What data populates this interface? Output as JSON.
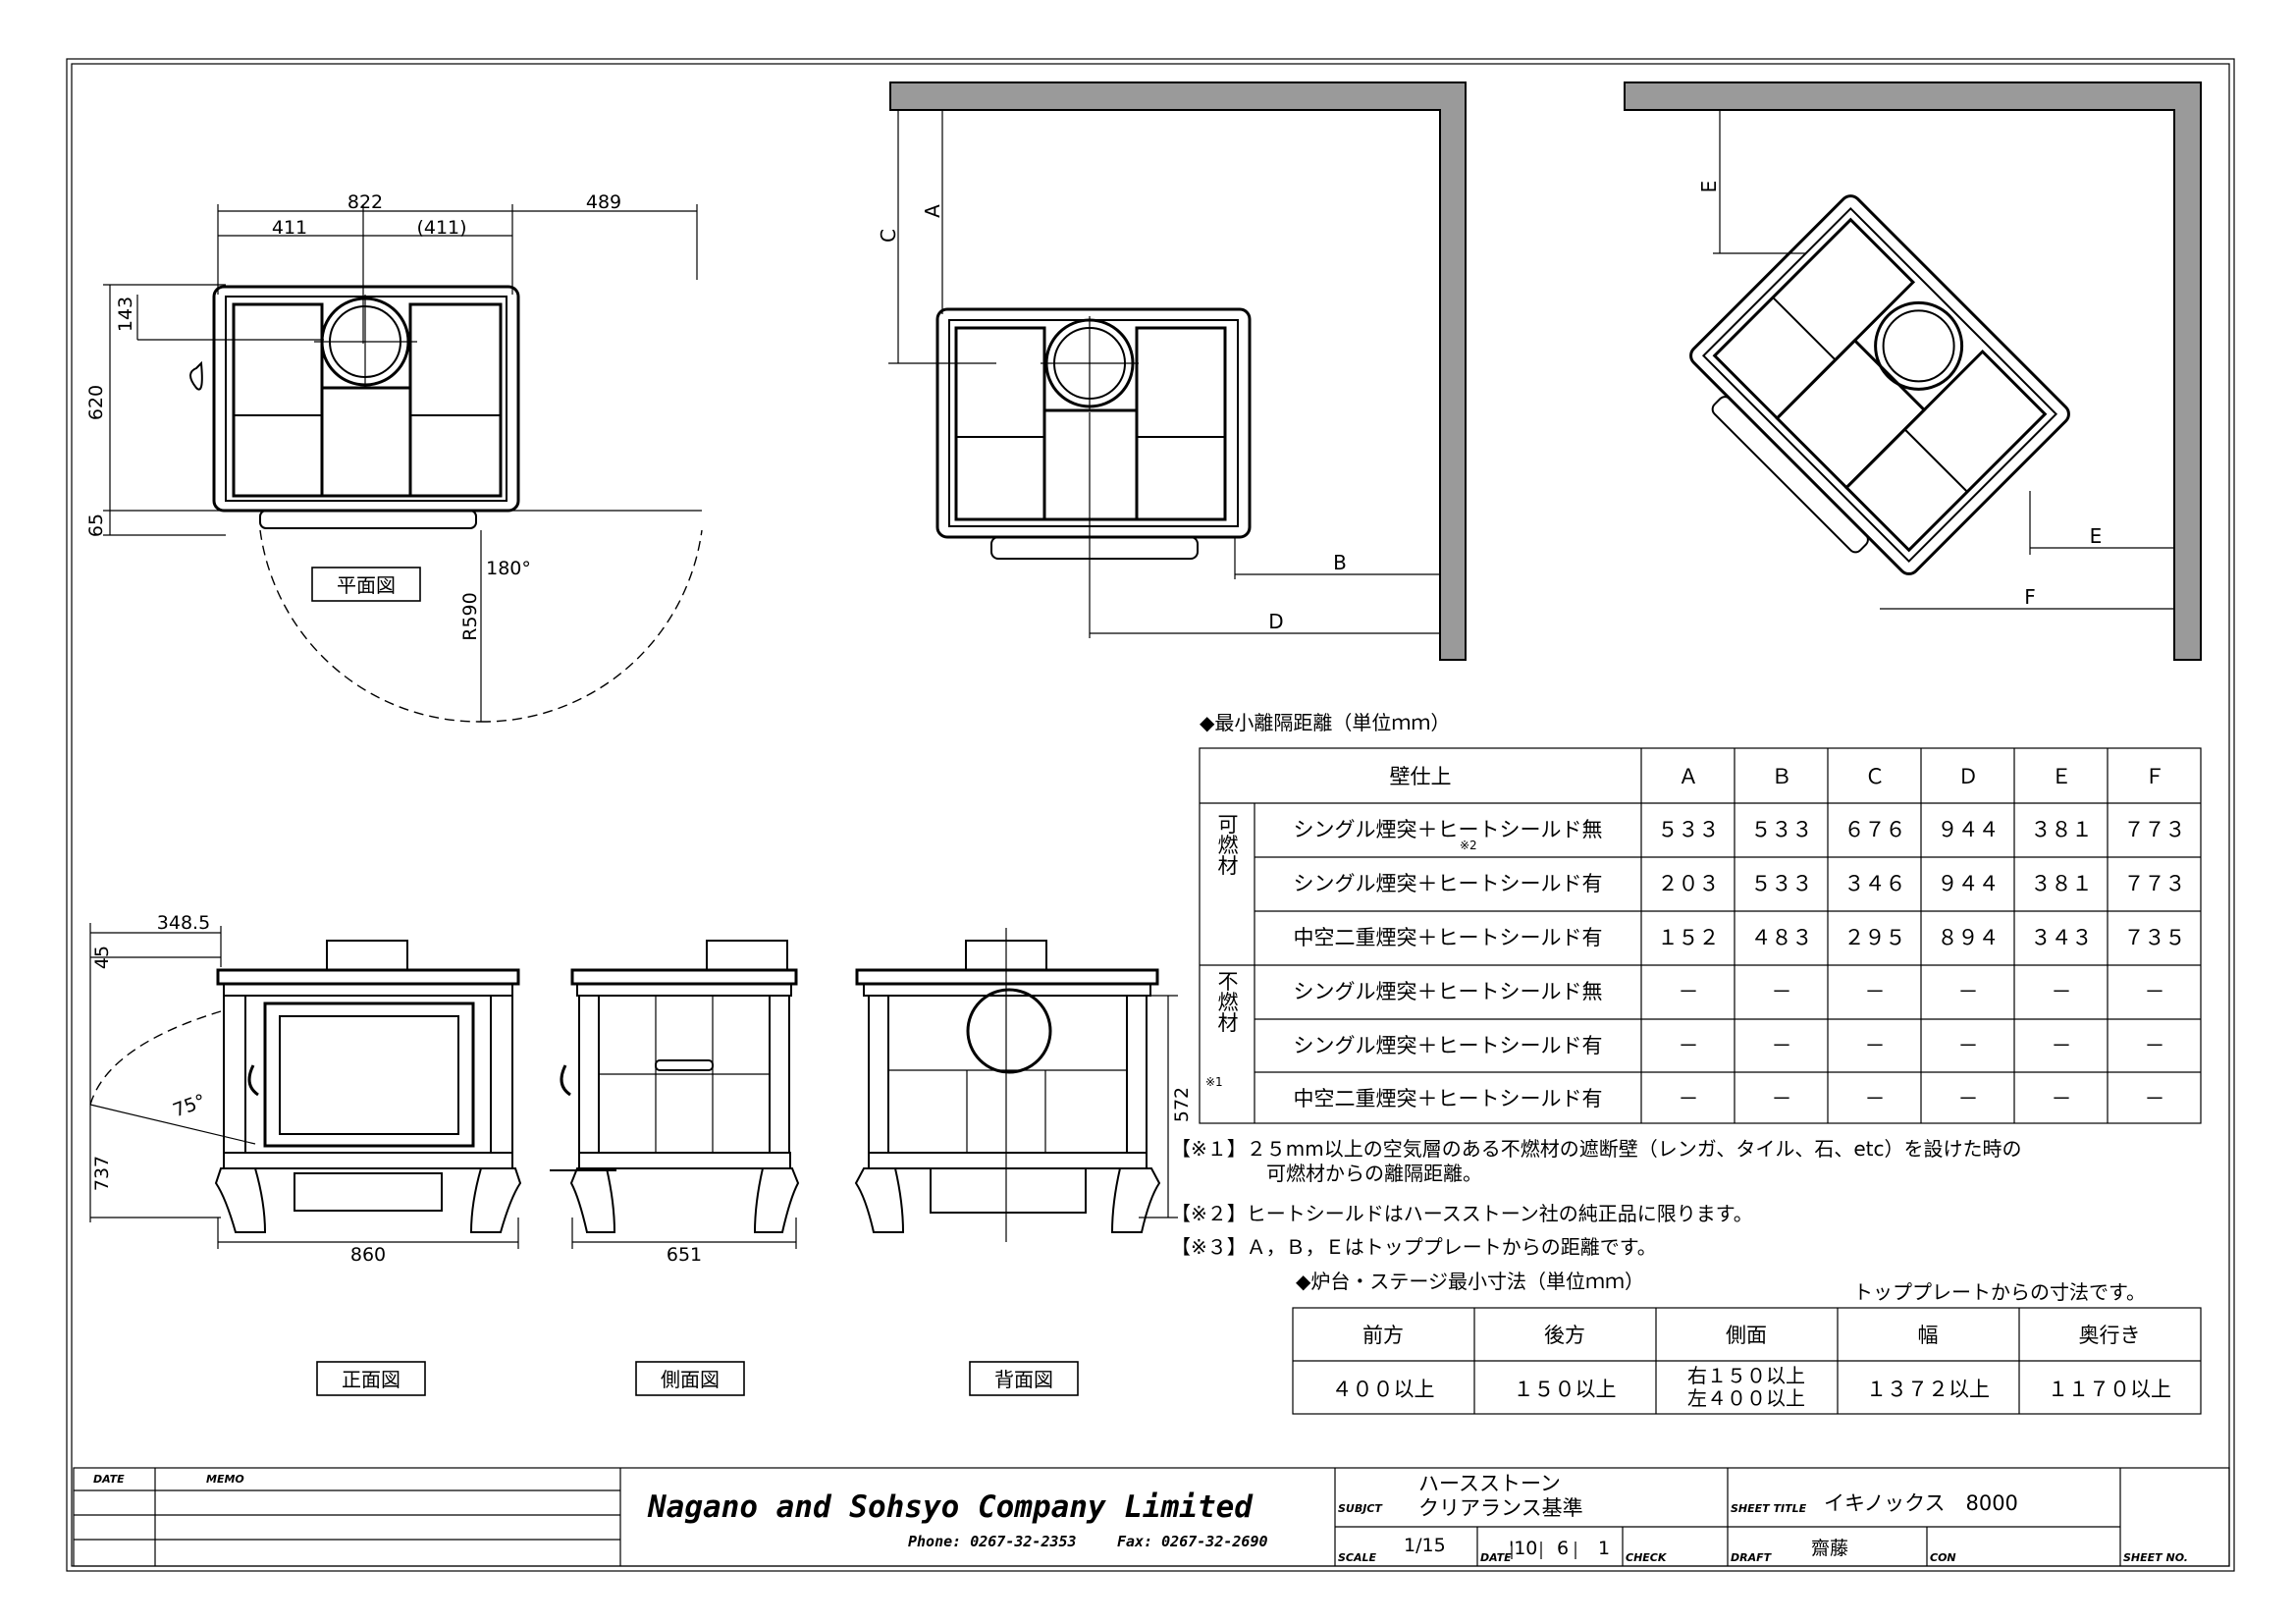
{
  "views": {
    "plan": "平面図",
    "front": "正面図",
    "side": "側面図",
    "back": "背面図"
  },
  "dims": {
    "total_width": "822",
    "left_half": "411",
    "right_half": "(411)",
    "side_offset": "489",
    "flue_depth": "143",
    "depth": "620",
    "front_lip": "65",
    "door_radius": "R590",
    "door_angle_plan": "180°",
    "front_flue_offset": "348.5",
    "front_top": "45",
    "front_height": "737",
    "door_angle_front": "75°",
    "front_width": "860",
    "side_width": "651",
    "back_height": "572"
  },
  "clearance_labels": [
    "A",
    "B",
    "C",
    "D",
    "E",
    "F"
  ],
  "table1": {
    "title": "◆最小離隔距離（単位ｍｍ）",
    "header_label": "壁仕上",
    "columns": [
      "Ａ",
      "Ｂ",
      "Ｃ",
      "Ｄ",
      "Ｅ",
      "Ｆ"
    ],
    "group1": "可燃材",
    "group2": "不燃材",
    "note_mark1": "※2",
    "note_mark2": "※1",
    "rows": [
      {
        "label": "シングル煙突＋ヒートシールド無",
        "values": [
          "５３３",
          "５３３",
          "６７６",
          "９４４",
          "３８１",
          "７７３"
        ]
      },
      {
        "label": "シングル煙突＋ヒートシールド有",
        "values": [
          "２０３",
          "５３３",
          "３４６",
          "９４４",
          "３８１",
          "７７３"
        ]
      },
      {
        "label": "中空二重煙突＋ヒートシールド有",
        "values": [
          "１５２",
          "４８３",
          "２９５",
          "８９４",
          "３４３",
          "７３５"
        ]
      },
      {
        "label": "シングル煙突＋ヒートシールド無",
        "values": [
          "－",
          "－",
          "－",
          "－",
          "－",
          "－"
        ]
      },
      {
        "label": "シングル煙突＋ヒートシールド有",
        "values": [
          "－",
          "－",
          "－",
          "－",
          "－",
          "－"
        ]
      },
      {
        "label": "中空二重煙突＋ヒートシールド有",
        "values": [
          "－",
          "－",
          "－",
          "－",
          "－",
          "－"
        ]
      }
    ]
  },
  "notes": [
    "【※１】２５mm以上の空気層のある不燃材の遮断壁（レンガ、タイル、石、etc）を設けた時の",
    "可燃材からの離隔距離。",
    "【※２】ヒートシールドはハースストーン社の純正品に限ります。",
    "【※３】Ａ，Ｂ，Ｅはトッププレートからの距離です。"
  ],
  "table2": {
    "title": "◆炉台・ステージ最小寸法（単位ｍｍ）",
    "subtitle": "トッププレートからの寸法です。",
    "headers": [
      "前方",
      "後方",
      "側面",
      "幅",
      "奥行き"
    ],
    "values": [
      "４００以上",
      "１５０以上",
      "右１５０以上",
      "１３７２以上",
      "１１７０以上"
    ],
    "side_extra": "左４００以上"
  },
  "title_block": {
    "date_label": "DATE",
    "memo_label": "MEMO",
    "company": "Nagano and Sohsyo Company Limited",
    "phone": "Phone: 0267-32-2353",
    "fax": "Fax: 0267-32-2690",
    "subjct_label": "SUBJCT",
    "subject_line1": "ハースストーン",
    "subject_line2": "クリアランス基準",
    "sheet_title_label": "SHEET TITLE",
    "sheet_title": "イキノックス　8000",
    "scale_label": "SCALE",
    "scale": "1/15",
    "date_field_label": "DATE",
    "date_year": "'10",
    "date_month": "6",
    "date_day": "1",
    "check_label": "CHECK",
    "draft_label": "DRAFT",
    "draft": "齋藤",
    "con_label": "CON",
    "sheet_no_label": "SHEET NO."
  }
}
